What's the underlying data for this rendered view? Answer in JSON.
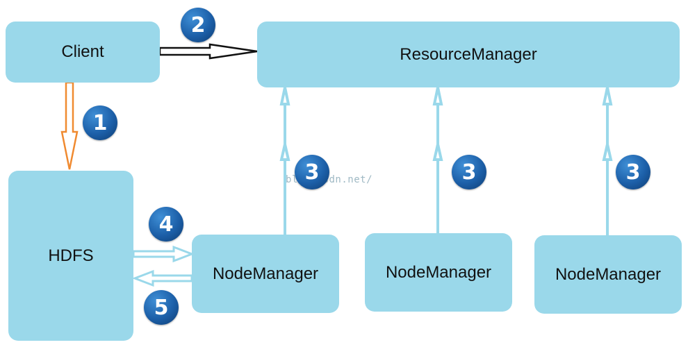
{
  "nodes": {
    "client": "Client",
    "resource_manager": "ResourceManager",
    "hdfs": "HDFS",
    "node_managers": [
      "NodeManager",
      "NodeManager",
      "NodeManager"
    ]
  },
  "steps": {
    "submit_to_hdfs": "1",
    "submit_to_rm": "2",
    "rm_to_nm": [
      "3",
      "3",
      "3"
    ],
    "nm_from_hdfs": "4",
    "nm_to_hdfs": "5"
  },
  "watermark": "blog.csdn.net/",
  "colors": {
    "box_fill": "#9ad8ea",
    "connector": "#9ad8ea",
    "client_to_hdfs_arrow": "#f08a30",
    "client_to_rm_arrow": "#111111",
    "badge": "#1c5fa8"
  }
}
